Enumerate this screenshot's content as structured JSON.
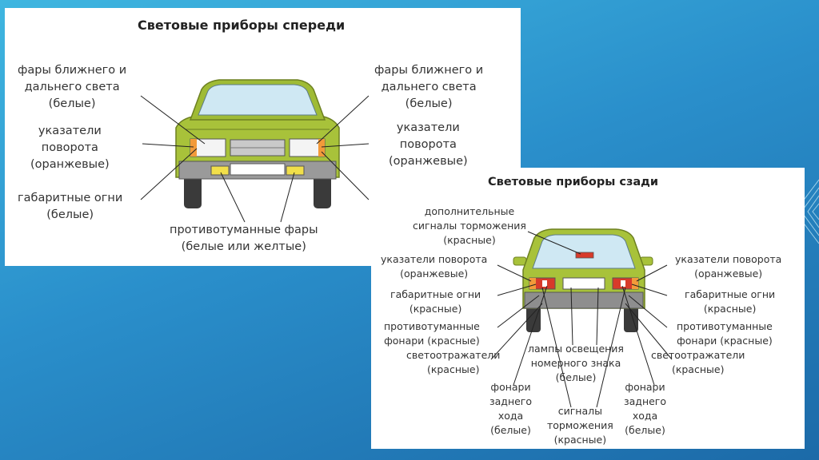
{
  "front": {
    "title": "Световые приборы спереди",
    "labels": {
      "headlights_left": [
        "фары ближнего и",
        "дальнего света",
        "(белые)"
      ],
      "headlights_right": [
        "фары ближнего и",
        "дальнего света",
        "(белые)"
      ],
      "turn_left": [
        "указатели",
        "поворота",
        "(оранжевые)"
      ],
      "turn_right": [
        "указатели",
        "поворота",
        "(оранжевые)"
      ],
      "parking": [
        "габаритные огни",
        "(белые)"
      ],
      "fog": [
        "противотуманные фары",
        "(белые или желтые)"
      ]
    }
  },
  "rear": {
    "title": "Световые приборы сзади",
    "labels": {
      "extra_brake": [
        "дополнительные",
        "сигналы торможения",
        "(красные)"
      ],
      "turn_left": [
        "указатели поворота",
        "(оранжевые)"
      ],
      "turn_right": [
        "указатели поворота",
        "(оранжевые)"
      ],
      "parking_left": [
        "габаритные огни",
        "(красные)"
      ],
      "parking_right": [
        "габаритные огни",
        "(красные)"
      ],
      "fog_left": [
        "противотуманные",
        "фонари (красные)"
      ],
      "fog_right": [
        "противотуманные",
        "фонари (красные)"
      ],
      "reflector_left": [
        "светоотражатели",
        "(красные)"
      ],
      "reflector_right": [
        "светоотражатели",
        "(красные)"
      ],
      "plate": [
        "лампы освещения",
        "номерного знака",
        "(белые)"
      ],
      "reverse_left": [
        "фонари",
        "заднего",
        "хода",
        "(белые)"
      ],
      "reverse_right": [
        "фонари",
        "заднего",
        "хода",
        "(белые)"
      ],
      "brake": [
        "сигналы",
        "торможения",
        "(красные)"
      ]
    }
  }
}
